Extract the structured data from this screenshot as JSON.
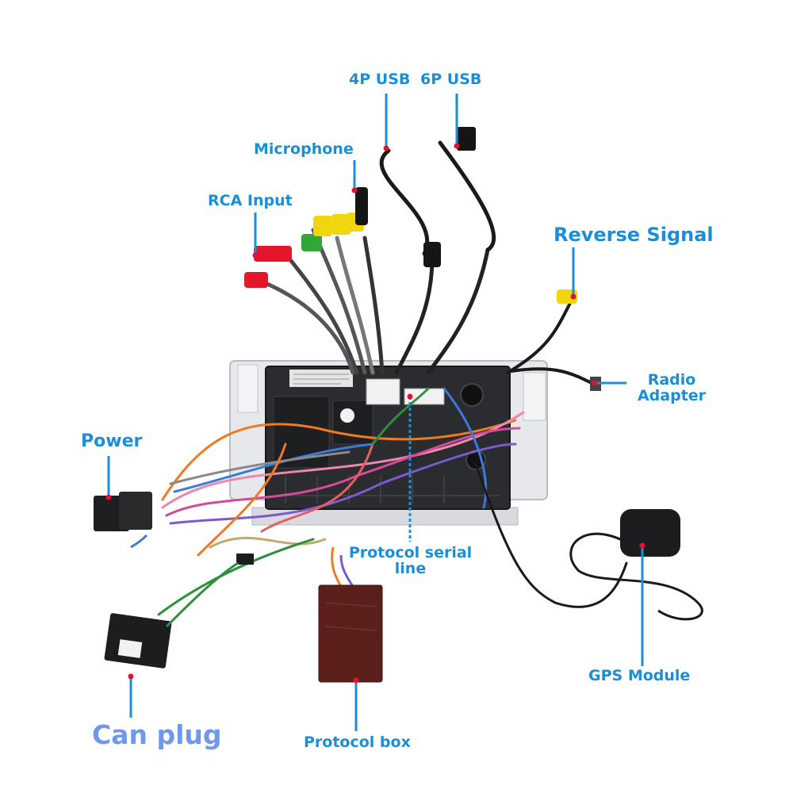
{
  "labels": {
    "usb4p": "4P USB",
    "usb6p": "6P USB",
    "microphone": "Microphone",
    "rca_input": "RCA Input",
    "reverse_signal": "Reverse Signal",
    "radio_adapter": "Radio Adapter",
    "power": "Power",
    "protocol_serial_line": "Protocol serial line",
    "gps_module": "GPS Module",
    "can_plug": "Can plug",
    "protocol_box": "Protocol box"
  },
  "colors": {
    "label_blue": "#1a8fd8",
    "can_plug_blue": "#6f97ea",
    "marker_red": "#e8112d"
  }
}
